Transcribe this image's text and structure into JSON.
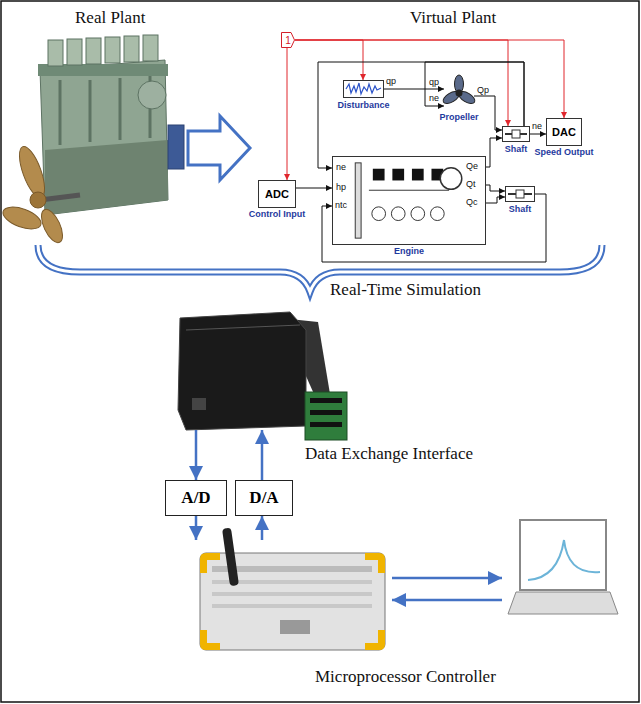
{
  "diagram": {
    "nodes": [
      {
        "text": [
          "1"
        ]
      },
      {
        "text": [
          "Disturbance"
        ]
      },
      {
        "text": [
          "Propeller"
        ]
      },
      {
        "text": [
          "Shaft"
        ]
      },
      {
        "text": [
          "DAC",
          "Speed Output"
        ]
      },
      {
        "text": [
          "ADC",
          "Control Input"
        ]
      },
      {
        "text": [
          "Engine"
        ]
      },
      {
        "text": [
          "Shaft"
        ]
      },
      {
        "text": [
          "Data Exchange Interface"
        ]
      },
      {
        "text": [
          "A/D"
        ]
      },
      {
        "text": [
          "D/A"
        ]
      },
      {
        "text": [
          "Microprocessor Controller"
        ]
      }
    ],
    "edges": [
      {
        "from": 0,
        "to": 1,
        "arrow": "to"
      },
      {
        "from": 0,
        "to": 5,
        "arrow": "to"
      },
      {
        "from": 0,
        "to": 3,
        "arrow": "to"
      },
      {
        "from": 0,
        "to": 4,
        "arrow": "to"
      },
      {
        "from": 1,
        "to": 2,
        "arrow": "to"
      },
      {
        "from": 2,
        "to": 3,
        "arrow": "to"
      },
      {
        "from": 3,
        "to": 4,
        "arrow": "to"
      },
      {
        "from": 3,
        "to": 2,
        "arrow": "to"
      },
      {
        "from": 3,
        "to": 6,
        "arrow": "to"
      },
      {
        "from": 5,
        "to": 6,
        "arrow": "to"
      },
      {
        "from": 6,
        "to": 3,
        "arrow": "to"
      },
      {
        "from": 6,
        "to": 7,
        "arrow": "to"
      },
      {
        "from": 6,
        "to": 7,
        "arrow": "to"
      },
      {
        "from": 7,
        "to": 6,
        "arrow": "to"
      },
      {
        "from": 8,
        "to": 9,
        "arrow": "to"
      },
      {
        "from": 9,
        "to": 11,
        "arrow": "to"
      },
      {
        "from": 11,
        "to": 10,
        "arrow": "to"
      },
      {
        "from": 10,
        "to": 8,
        "arrow": "to"
      }
    ],
    "labels": [
      "Real Plant",
      "Virtual Plant",
      "qp",
      "qp",
      "ne",
      "Qp",
      "ne",
      "ne",
      "hp",
      "ntc",
      "Qe",
      "Qt",
      "Qc",
      "Real-Time Simulation"
    ]
  }
}
